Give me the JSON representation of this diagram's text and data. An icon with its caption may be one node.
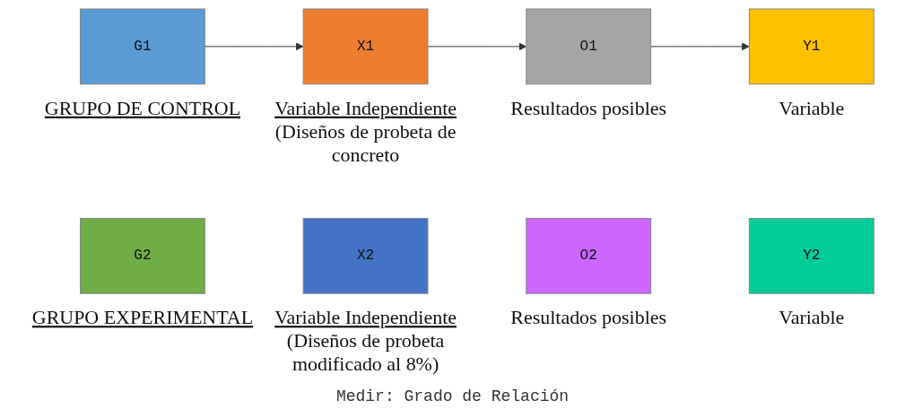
{
  "diagram": {
    "nodes": [
      {
        "text": [
          "G1"
        ],
        "beside": [
          "GRUPO DE CONTROL"
        ]
      },
      {
        "text": [
          "X1"
        ],
        "beside": [
          "Variable Independiente",
          "(Diseños de probeta de concreto"
        ]
      },
      {
        "text": [
          "O1"
        ],
        "beside": [
          "Resultados posibles"
        ]
      },
      {
        "text": [
          "Y1"
        ],
        "beside": [
          "Variable"
        ]
      },
      {
        "text": [
          "G2"
        ],
        "beside": [
          "GRUPO EXPERIMENTAL"
        ]
      },
      {
        "text": [
          "X2"
        ],
        "beside": [
          "Variable Independiente",
          "(Diseños de probeta modificado al 8%)"
        ]
      },
      {
        "text": [
          "O2"
        ],
        "beside": [
          "Resultados posibles"
        ]
      },
      {
        "text": [
          "Y2"
        ],
        "beside": [
          "Variable"
        ]
      }
    ],
    "edges": [
      {
        "from": 0,
        "to": 1,
        "arrow": "to"
      },
      {
        "from": 1,
        "to": 2,
        "arrow": "to"
      },
      {
        "from": 2,
        "to": 3,
        "arrow": "to"
      }
    ],
    "labels": [
      "Medir: Grado de Relación"
    ]
  }
}
